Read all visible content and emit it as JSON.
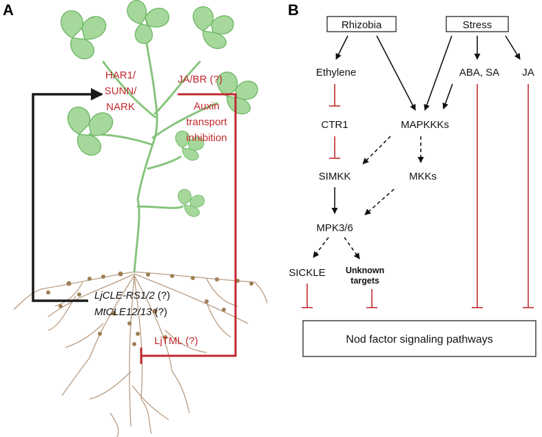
{
  "panels": {
    "a": "A",
    "b": "B"
  },
  "panel_a": {
    "har_line1": "HAR1/",
    "har_line2": "SUNN/",
    "har_line3": "NARK",
    "jabr": "JA/BR (?)",
    "auxin_line1": "Auxin",
    "auxin_line2": "transport",
    "auxin_line3": "inhibition",
    "ljcle_italic": "LjCLE-RS1/2",
    "ljcle_suffix": " (?)",
    "mtcle_italic": "MtCLE12/13",
    "mtcle_suffix": " (?)",
    "ljtml": "LjTML (?)"
  },
  "panel_b": {
    "rhizobia": "Rhizobia",
    "stress": "Stress",
    "ethylene": "Ethylene",
    "aba_sa": "ABA, SA",
    "ja": "JA",
    "ctr1": "CTR1",
    "mapkkks": "MAPKKKs",
    "simkk": "SIMKK",
    "mkks": "MKKs",
    "mpk36": "MPK3/6",
    "sickle": "SICKLE",
    "unknown_line1": "Unknown",
    "unknown_line2": "targets",
    "nod_factor": "Nod factor signaling pathways"
  },
  "colors": {
    "inhibition_red": "#c0282d",
    "leaf_green": "#a6d89c",
    "stem_green": "#86c47c",
    "root_brown": "#b79a80"
  }
}
